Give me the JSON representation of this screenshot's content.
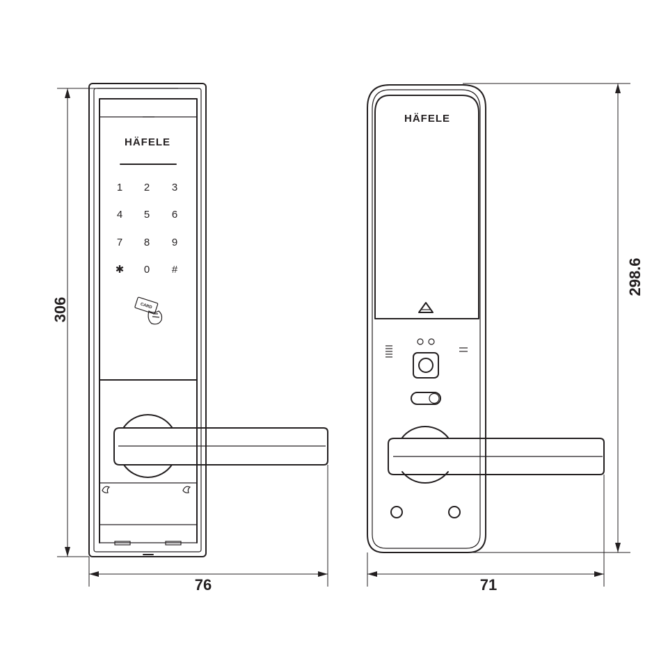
{
  "front_view": {
    "brand": "HÄFELE",
    "keypad": [
      [
        "1",
        "2",
        "3"
      ],
      [
        "4",
        "5",
        "6"
      ],
      [
        "7",
        "8",
        "9"
      ],
      [
        "✱",
        "0",
        "#"
      ]
    ],
    "card_label": "CARD"
  },
  "side_view": {
    "brand": "HÄFELE"
  },
  "dimensions": {
    "front_height": "306",
    "front_width": "76",
    "side_height": "298.6",
    "side_width": "71"
  }
}
